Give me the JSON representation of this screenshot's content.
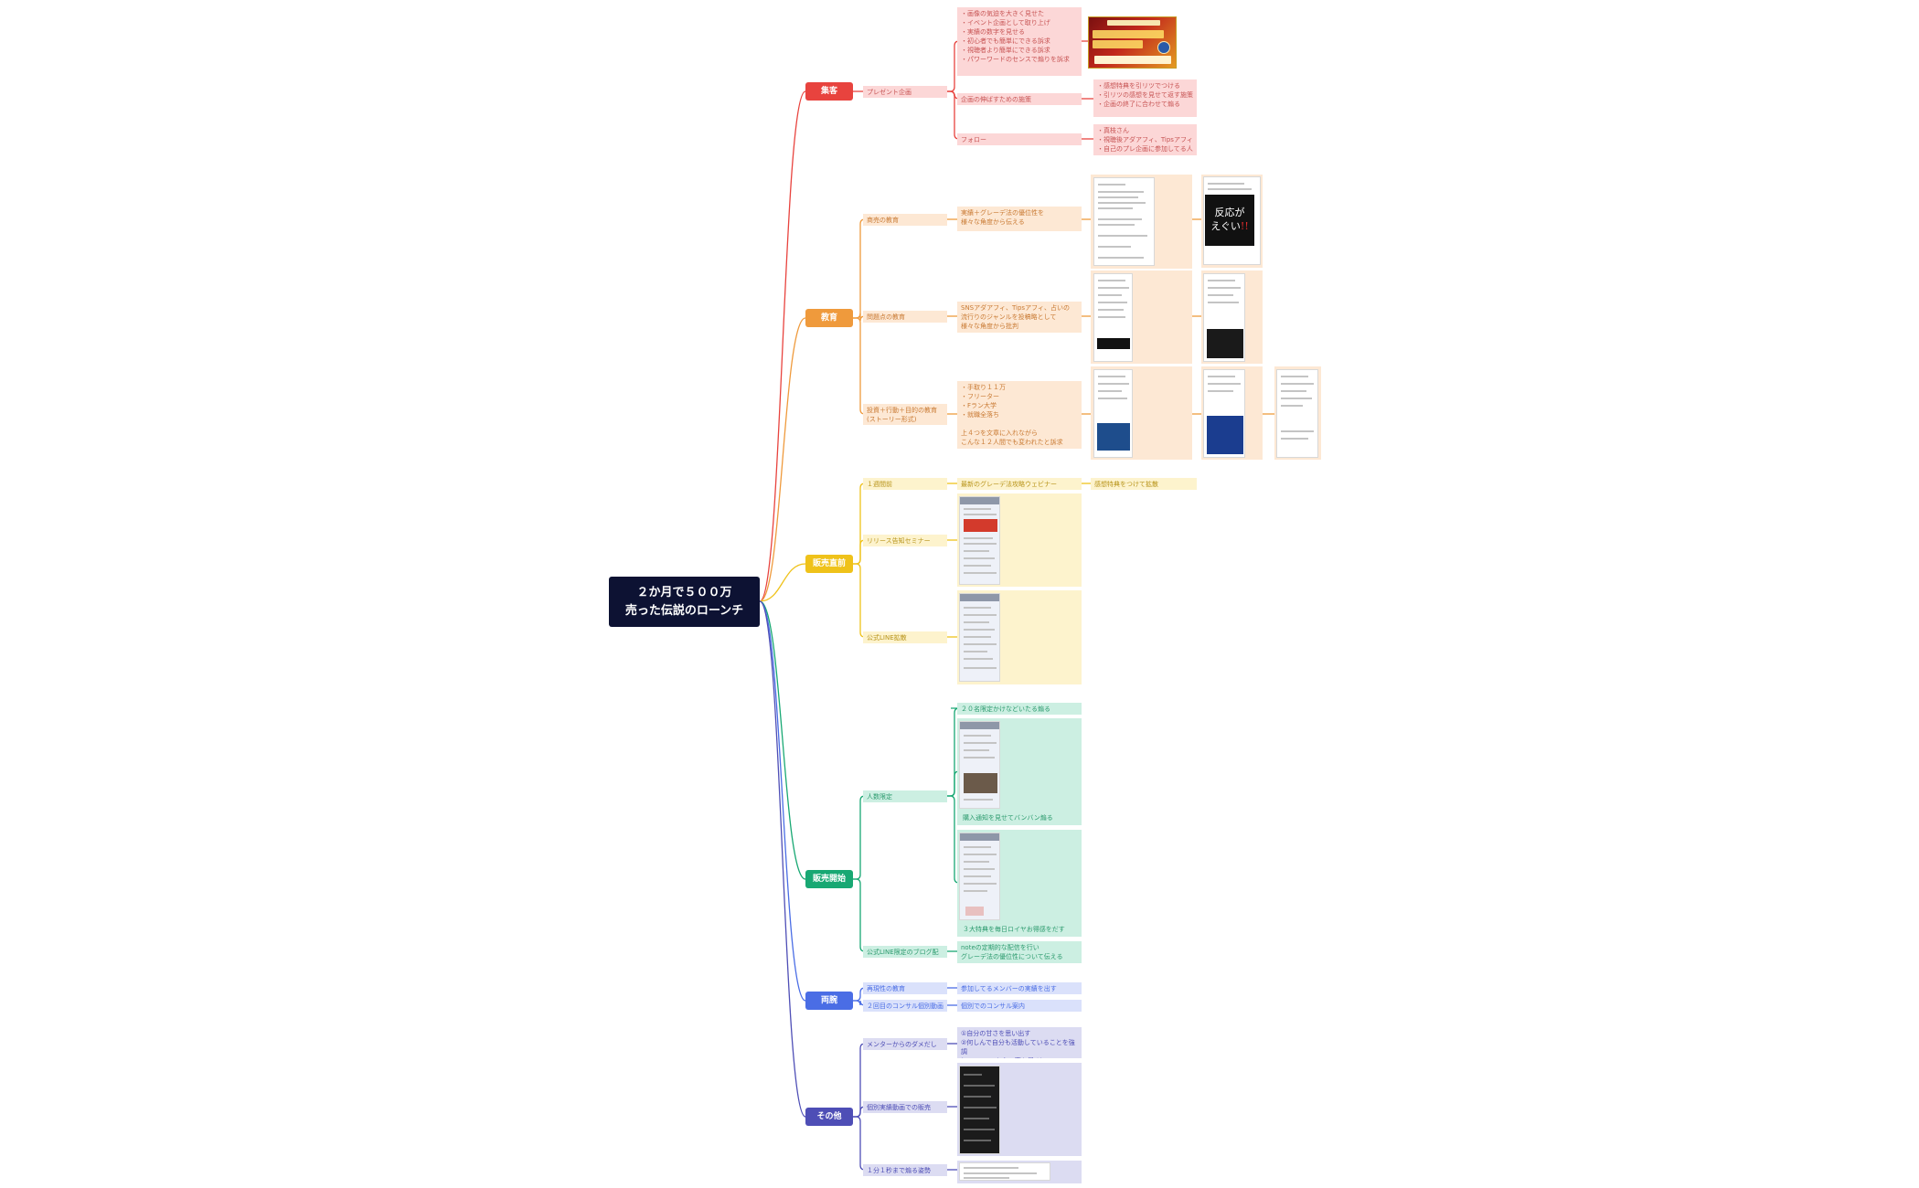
{
  "root": {
    "title": "２か月で５００万\n売った伝説のローンチ"
  },
  "branches": [
    {
      "id": "shuukyaku",
      "label": "集客",
      "color": "#e8433e",
      "fill": "#fcd7d7"
    },
    {
      "id": "kyouiku",
      "label": "教育",
      "color": "#ef9a3c",
      "fill": "#fde8d4"
    },
    {
      "id": "hanbai_chokuzen",
      "label": "販売直前",
      "color": "#efc21a",
      "fill": "#fdf3cd"
    },
    {
      "id": "hanbai_kaishi",
      "label": "販売開始",
      "color": "#18a873",
      "fill": "#ccefe2"
    },
    {
      "id": "ryoushuu",
      "label": "両腕",
      "color": "#4a6de5",
      "fill": "#dae1fb"
    },
    {
      "id": "sonota",
      "label": "その他",
      "color": "#4e4eb6",
      "fill": "#dcdcf2"
    }
  ],
  "nodes": {
    "present_kikaku": "プレゼント企画",
    "present_list": "・画像の気迫を大きく見せた\n・イベント企画として取り上げ\n・実績の数字を見せる\n・初心者でも簡単にできる訴求\n・視聴者より簡単にできる訴求\n・パワーワードのセンスで煽りを訴求",
    "kikaku_sagasu": "企画の伸ばすための施策",
    "kikaku_list": "・感想特典を引リツでつける\n・引リツの感想を見せて返す施策\n・企画の終了に合わせて煽る",
    "follow": "フォロー",
    "follow_list": "・真枝さん\n・視聴後アダアフィ、Tipsアフィ\n・自己のプレ企画に参加してる人",
    "shouhin_kyouiku": "商売の教育",
    "shouhin_desc": "実績＋グレーデ法の優位性を\n様々な角度から伝える",
    "mondai_kyouiku": "問題点の教育",
    "mondai_desc": "SNSアダアフィ、Tipsアフィ、占いの\n流行りのジャンルを投稿略として\n様々な角度から批判",
    "story_kyouiku": "投資＋行動＋目的の教育\n(ストーリー形式)",
    "story_desc": "・手取り１１万\n・フリーター\n・Fラン大学\n・就職全落ち\n\n上４つを文章に入れながら\nこんな１２人間でも変われたと訴求",
    "one_week": "１週間前",
    "one_week_desc": "最新のグレーデ法攻略ウェビナー",
    "one_week_tokuten": "感想特典をつけて拡散",
    "release_seminar": "リリース告知セミナー",
    "line_kakusan": "公式LINE拡散",
    "twenty_limit": "２０名限定かけなどいたる煽る",
    "ninzuu_gentei": "人数限定",
    "kounyu_tsuuchi": "購入通知を見せてバンバン煽る",
    "three_tokuten": "３大特典を毎日ロイヤお得感をだす",
    "line_blog": "公式LINE限定のブログ配信",
    "line_blog_desc": "noteの定期的な配信を行い\nグレーデ法の優位性について伝える",
    "saigensei": "再現性の教育",
    "saigensei_desc": "参加してるメンバーの実績を出す",
    "consult": "２回目のコンサル個別動画",
    "consult_desc": "個別でのコンサル案内",
    "mentor": "メンターからのダメだし",
    "mentor_desc": "①自分の甘さを思い出す\n②何しんで自分も活動していることを強調\n(フォロワーからの声を得る)",
    "kobetsu_douga": "個別実績動画での販売",
    "one_three": "１分１秒まで煽る姿勢",
    "bigtext": "反応が\nえぐい",
    "bigtext_excl": "!!"
  }
}
